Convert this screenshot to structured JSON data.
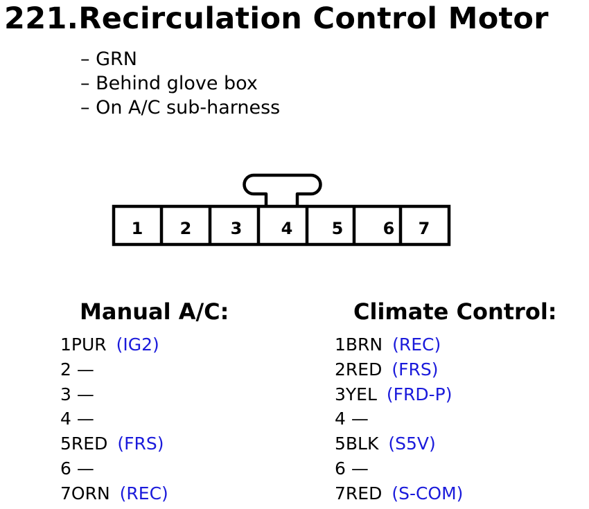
{
  "title": "221.Recirculation Control Motor",
  "notes": [
    "GRN",
    "Behind glove box",
    "On A/C sub-harness"
  ],
  "connector": {
    "pins": [
      "1",
      "2",
      "3",
      "4",
      "5",
      "6",
      "7"
    ]
  },
  "manual": {
    "heading": "Manual A/C:",
    "pins": [
      {
        "label": "1PUR",
        "signal": "(IG2)"
      },
      {
        "label": "2",
        "signal": "—"
      },
      {
        "label": "3",
        "signal": "—"
      },
      {
        "label": "4",
        "signal": "—"
      },
      {
        "label": "5RED",
        "signal": "(FRS)"
      },
      {
        "label": "6",
        "signal": "—"
      },
      {
        "label": "7ORN",
        "signal": "(REC)"
      }
    ]
  },
  "climate": {
    "heading": "Climate Control:",
    "pins": [
      {
        "label": "1BRN",
        "signal": "(REC)"
      },
      {
        "label": "2RED",
        "signal": "(FRS)"
      },
      {
        "label": "3YEL",
        "signal": "(FRD-P)"
      },
      {
        "label": "4",
        "signal": "—"
      },
      {
        "label": "5BLK",
        "signal": "(S5V)"
      },
      {
        "label": "6",
        "signal": "—"
      },
      {
        "label": "7RED",
        "signal": "(S-COM)"
      }
    ]
  }
}
